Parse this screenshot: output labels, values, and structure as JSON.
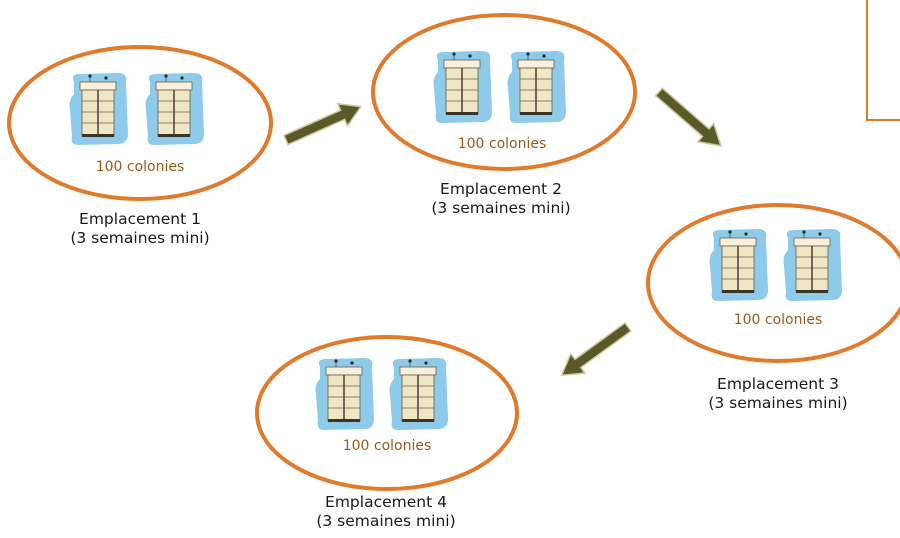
{
  "sites": [
    {
      "title": "Emplacement 1",
      "duration": "(3 semaines mini)",
      "colonies": "100 colonies"
    },
    {
      "title": "Emplacement 2",
      "duration": "(3 semaines mini)",
      "colonies": "100 colonies"
    },
    {
      "title": "Emplacement 3",
      "duration": "(3 semaines mini)",
      "colonies": "100 colonies"
    },
    {
      "title": "Emplacement 4",
      "duration": "(3 semaines mini)",
      "colonies": "100 colonies"
    }
  ],
  "icons": {
    "hive": "beehive-icon",
    "arrow": "arrow-icon"
  },
  "colors": {
    "ellipse_stroke": "#e07a2c",
    "colony_text": "#9a5a1c",
    "arrow_fill": "#5a5a28",
    "sky": "#8ecbeb",
    "hive_body": "#efe6c6"
  }
}
